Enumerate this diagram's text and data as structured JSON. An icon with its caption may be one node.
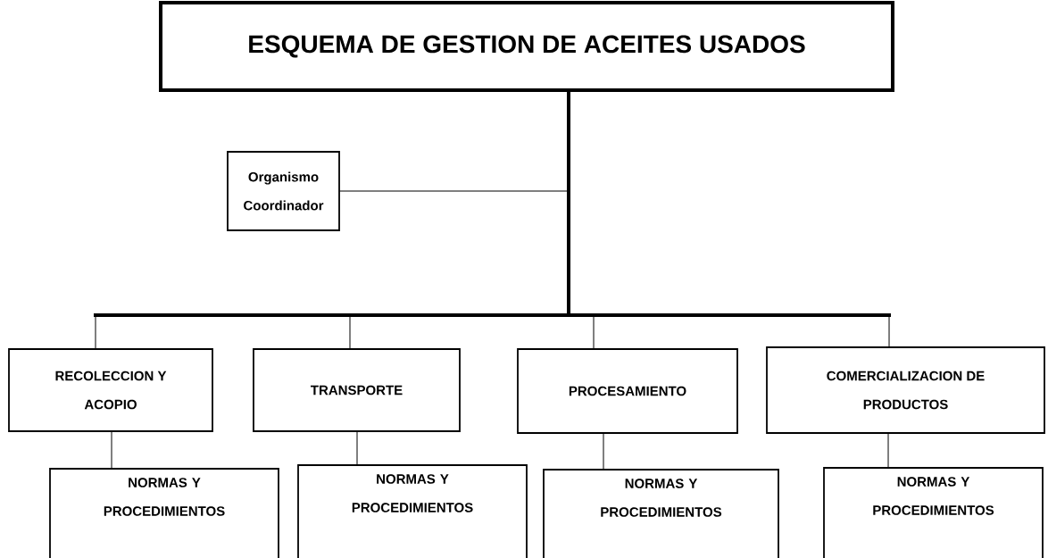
{
  "diagram": {
    "nodes": [
      {
        "text": [
          "ESQUEMA DE GESTION DE ACEITES USADOS"
        ]
      },
      {
        "text": [
          "Organismo Coordinador"
        ]
      },
      {
        "text": [
          "RECOLECCION Y ACOPIO"
        ]
      },
      {
        "text": [
          "TRANSPORTE"
        ]
      },
      {
        "text": [
          "PROCESAMIENTO"
        ]
      },
      {
        "text": [
          "COMERCIALIZACION DE PRODUCTOS"
        ]
      },
      {
        "text": [
          "NORMAS Y PROCEDIMIENTOS"
        ]
      },
      {
        "text": [
          "NORMAS Y PROCEDIMIENTOS"
        ]
      },
      {
        "text": [
          "NORMAS Y PROCEDIMIENTOS"
        ]
      },
      {
        "text": [
          "NORMAS Y PROCEDIMIENTOS"
        ]
      }
    ],
    "edges": [
      {
        "from": 0,
        "to": 1,
        "arrow": "none"
      },
      {
        "from": 0,
        "to": 2,
        "arrow": "none",
        "style": "thick"
      },
      {
        "from": 0,
        "to": 3,
        "arrow": "none",
        "style": "thick"
      },
      {
        "from": 0,
        "to": 4,
        "arrow": "none",
        "style": "thick"
      },
      {
        "from": 0,
        "to": 5,
        "arrow": "none",
        "style": "thick"
      },
      {
        "from": 2,
        "to": 6,
        "arrow": "none"
      },
      {
        "from": 3,
        "to": 7,
        "arrow": "none"
      },
      {
        "from": 4,
        "to": 8,
        "arrow": "none"
      },
      {
        "from": 5,
        "to": 9,
        "arrow": "none"
      }
    ]
  }
}
